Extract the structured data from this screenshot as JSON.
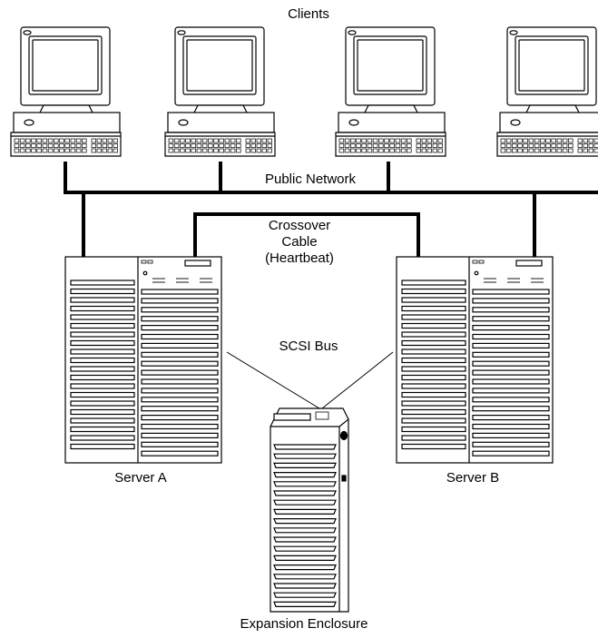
{
  "diagram": {
    "labels": {
      "clients": "Clients",
      "public_network": "Public Network",
      "crossover": [
        "Crossover",
        "Cable",
        "(Heartbeat)"
      ],
      "scsi_bus": "SCSI Bus",
      "server_a": "Server A",
      "server_b": "Server B",
      "expansion_enclosure": "Expansion Enclosure"
    },
    "clients": [
      "client",
      "client",
      "client",
      "client"
    ],
    "servers": [
      "Server A",
      "Server B"
    ]
  }
}
